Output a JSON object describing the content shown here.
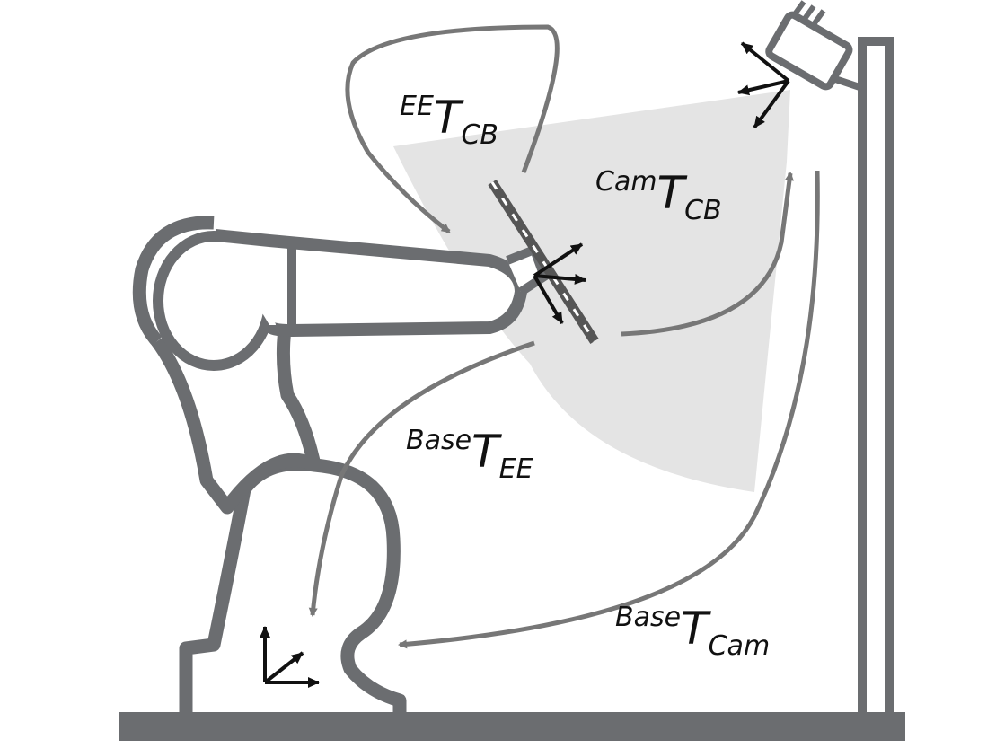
{
  "labels": {
    "ee_t_cb": {
      "sup": "EE",
      "main": "T",
      "sub": "CB"
    },
    "cam_t_cb": {
      "sup": "Cam",
      "main": "T",
      "sub": "CB"
    },
    "base_t_ee": {
      "sup": "Base",
      "main": "T",
      "sub": "EE"
    },
    "base_t_cam": {
      "sup": "Base",
      "main": "T",
      "sub": "Cam"
    }
  },
  "colors": {
    "structure": "#6b6d70",
    "arrow": "#777777",
    "frame": "#111111",
    "fov": "#e4e4e4"
  }
}
